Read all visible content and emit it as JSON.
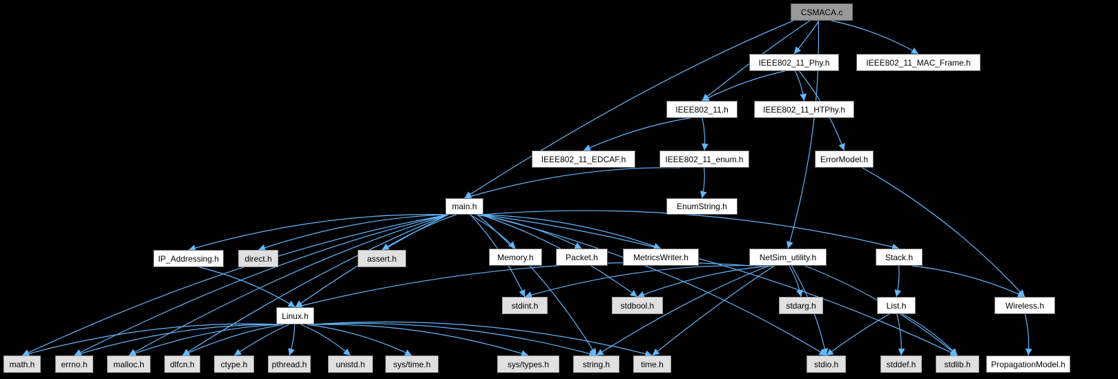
{
  "graph": {
    "edge_color": "#63b8ff",
    "nodes": [
      {
        "id": "csmaca",
        "label": "CSMACA.c",
        "kind": "root"
      },
      {
        "id": "phy",
        "label": "IEEE802_11_Phy.h",
        "kind": "local"
      },
      {
        "id": "macframe",
        "label": "IEEE802_11_MAC_Frame.h",
        "kind": "local"
      },
      {
        "id": "ieee",
        "label": "IEEE802_11.h",
        "kind": "local"
      },
      {
        "id": "htphy",
        "label": "IEEE802_11_HTPhy.h",
        "kind": "local"
      },
      {
        "id": "edcaf",
        "label": "IEEE802_11_EDCAF.h",
        "kind": "local"
      },
      {
        "id": "enum",
        "label": "IEEE802_11_enum.h",
        "kind": "local"
      },
      {
        "id": "errmodel",
        "label": "ErrorModel.h",
        "kind": "local"
      },
      {
        "id": "main",
        "label": "main.h",
        "kind": "local"
      },
      {
        "id": "enumstring",
        "label": "EnumString.h",
        "kind": "local"
      },
      {
        "id": "ipaddr",
        "label": "IP_Addressing.h",
        "kind": "local"
      },
      {
        "id": "direct",
        "label": "direct.h",
        "kind": "system"
      },
      {
        "id": "assert",
        "label": "assert.h",
        "kind": "system"
      },
      {
        "id": "memory",
        "label": "Memory.h",
        "kind": "local"
      },
      {
        "id": "packet",
        "label": "Packet.h",
        "kind": "local"
      },
      {
        "id": "metrics",
        "label": "MetricsWriter.h",
        "kind": "local"
      },
      {
        "id": "netsimutil",
        "label": "NetSim_utility.h",
        "kind": "local"
      },
      {
        "id": "stack",
        "label": "Stack.h",
        "kind": "local"
      },
      {
        "id": "linux",
        "label": "Linux.h",
        "kind": "local"
      },
      {
        "id": "stdint",
        "label": "stdint.h",
        "kind": "system"
      },
      {
        "id": "stdbool",
        "label": "stdbool.h",
        "kind": "system"
      },
      {
        "id": "stdarg",
        "label": "stdarg.h",
        "kind": "system"
      },
      {
        "id": "list",
        "label": "List.h",
        "kind": "local"
      },
      {
        "id": "wireless",
        "label": "Wireless.h",
        "kind": "local"
      },
      {
        "id": "math",
        "label": "math.h",
        "kind": "system"
      },
      {
        "id": "errno",
        "label": "errno.h",
        "kind": "system"
      },
      {
        "id": "malloc",
        "label": "malloc.h",
        "kind": "system"
      },
      {
        "id": "dlfcn",
        "label": "dlfcn.h",
        "kind": "system"
      },
      {
        "id": "ctype",
        "label": "ctype.h",
        "kind": "system"
      },
      {
        "id": "pthread",
        "label": "pthread.h",
        "kind": "system"
      },
      {
        "id": "unistd",
        "label": "unistd.h",
        "kind": "system"
      },
      {
        "id": "systime",
        "label": "sys/time.h",
        "kind": "system"
      },
      {
        "id": "systypes",
        "label": "sys/types.h",
        "kind": "system"
      },
      {
        "id": "string",
        "label": "string.h",
        "kind": "system"
      },
      {
        "id": "time",
        "label": "time.h",
        "kind": "system"
      },
      {
        "id": "stdio",
        "label": "stdio.h",
        "kind": "system"
      },
      {
        "id": "stddef",
        "label": "stddef.h",
        "kind": "system"
      },
      {
        "id": "stdlib",
        "label": "stdlib.h",
        "kind": "system"
      },
      {
        "id": "propmodel",
        "label": "PropagationModel.h",
        "kind": "local"
      }
    ],
    "edges": [
      [
        "csmaca",
        "main"
      ],
      [
        "csmaca",
        "ieee"
      ],
      [
        "csmaca",
        "phy"
      ],
      [
        "csmaca",
        "macframe"
      ],
      [
        "csmaca",
        "netsimutil"
      ],
      [
        "phy",
        "ieee"
      ],
      [
        "phy",
        "htphy"
      ],
      [
        "phy",
        "errmodel"
      ],
      [
        "ieee",
        "edcaf"
      ],
      [
        "ieee",
        "enum"
      ],
      [
        "enum",
        "main"
      ],
      [
        "enum",
        "enumstring"
      ],
      [
        "errmodel",
        "wireless"
      ],
      [
        "main",
        "ipaddr"
      ],
      [
        "main",
        "direct"
      ],
      [
        "main",
        "assert"
      ],
      [
        "main",
        "memory"
      ],
      [
        "main",
        "packet"
      ],
      [
        "main",
        "metrics"
      ],
      [
        "main",
        "stack"
      ],
      [
        "main",
        "linux"
      ],
      [
        "main",
        "stdint"
      ],
      [
        "main",
        "stdbool"
      ],
      [
        "main",
        "math"
      ],
      [
        "main",
        "errno"
      ],
      [
        "main",
        "malloc"
      ],
      [
        "main",
        "dlfcn"
      ],
      [
        "main",
        "string"
      ],
      [
        "main",
        "stdio"
      ],
      [
        "main",
        "stdlib"
      ],
      [
        "ipaddr",
        "linux"
      ],
      [
        "netsimutil",
        "linux"
      ],
      [
        "netsimutil",
        "stdint"
      ],
      [
        "netsimutil",
        "stdbool"
      ],
      [
        "netsimutil",
        "stdarg"
      ],
      [
        "netsimutil",
        "string"
      ],
      [
        "netsimutil",
        "time"
      ],
      [
        "netsimutil",
        "stdio"
      ],
      [
        "netsimutil",
        "stdlib"
      ],
      [
        "stack",
        "list"
      ],
      [
        "stack",
        "wireless"
      ],
      [
        "list",
        "stdio"
      ],
      [
        "list",
        "stddef"
      ],
      [
        "list",
        "stdlib"
      ],
      [
        "wireless",
        "propmodel"
      ],
      [
        "linux",
        "math"
      ],
      [
        "linux",
        "errno"
      ],
      [
        "linux",
        "malloc"
      ],
      [
        "linux",
        "dlfcn"
      ],
      [
        "linux",
        "ctype"
      ],
      [
        "linux",
        "pthread"
      ],
      [
        "linux",
        "unistd"
      ],
      [
        "linux",
        "systime"
      ],
      [
        "linux",
        "systypes"
      ],
      [
        "linux",
        "string"
      ],
      [
        "linux",
        "time"
      ]
    ]
  }
}
